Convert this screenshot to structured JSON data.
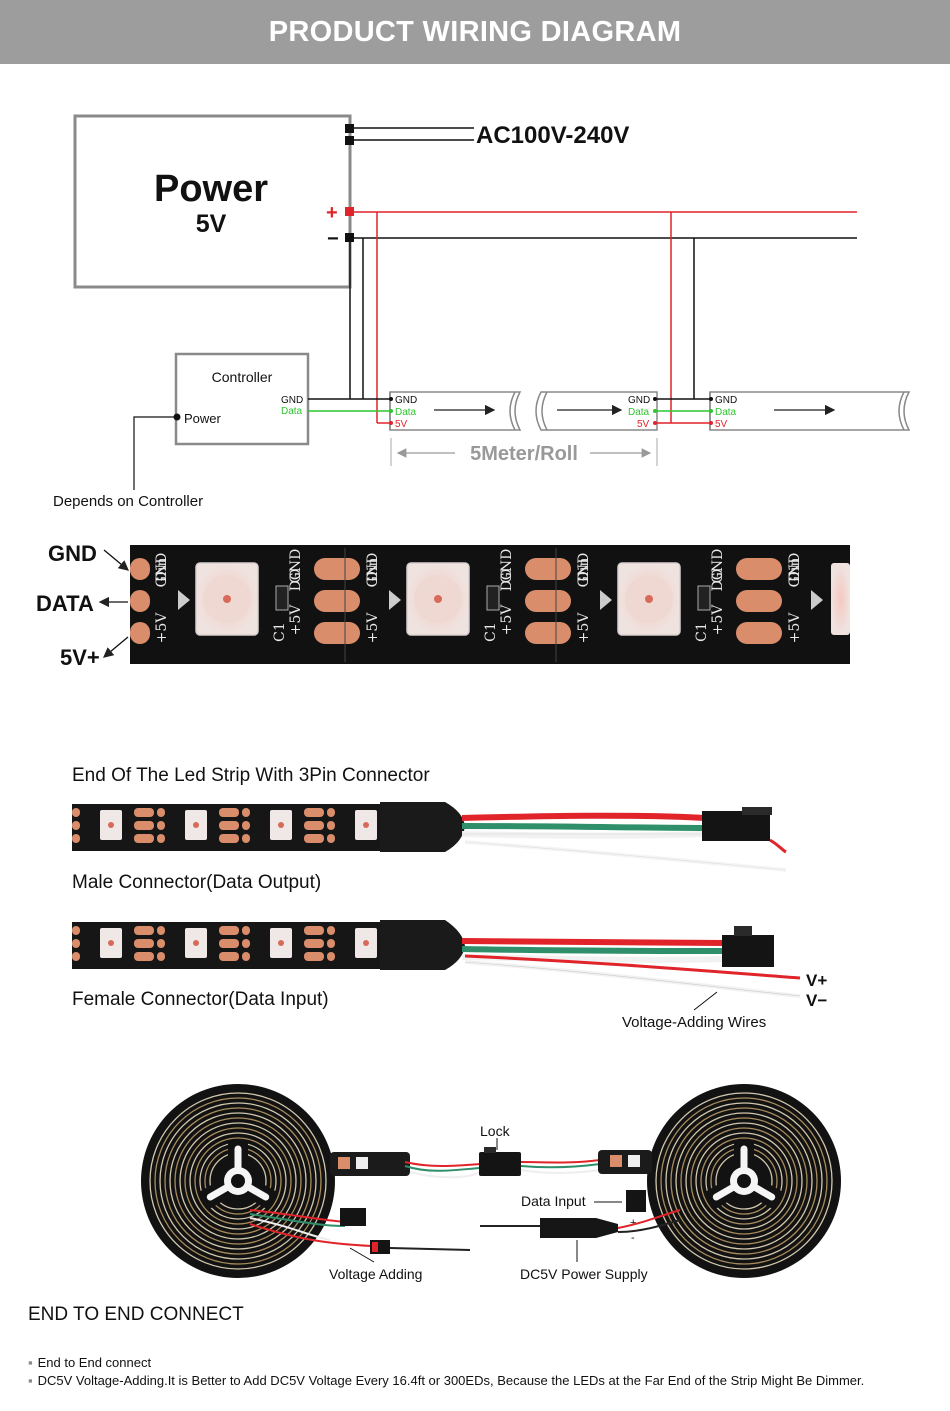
{
  "header": {
    "title": "PRODUCT WIRING DIAGRAM"
  },
  "wiring": {
    "power_title": "Power",
    "power_voltage": "5V",
    "ac_label": "AC100V-240V",
    "plus": "+",
    "minus": "−",
    "controller_title": "Controller",
    "controller_power": "Power",
    "gnd": "GND",
    "data": "Data",
    "v5": "5V",
    "roll_label": "5Meter/Roll",
    "depends": "Depends on Controller"
  },
  "strip_pins": {
    "gnd": "GND",
    "data": "DATA",
    "v5": "5V+",
    "pad_labels": [
      "+5V",
      "Din",
      "GND",
      "C1",
      "+5V",
      "DO",
      "GND"
    ]
  },
  "connectors": {
    "heading": "End Of The Led Strip With 3Pin Connector",
    "male": "Male Connector(Data Output)",
    "female": "Female Connector(Data Input)",
    "vplus": "V+",
    "vminus": "V−",
    "voltage_wires": "Voltage-Adding Wires"
  },
  "end_to_end": {
    "lock": "Lock",
    "data_input": "Data Input",
    "plus": "+",
    "minus": "-",
    "voltage_adding": "Voltage Adding",
    "dc5v": "DC5V Power Supply",
    "title": "END TO END CONNECT",
    "notes": [
      "End to End connect",
      "DC5V Voltage-Adding.It is Better to Add DC5V Voltage Every 16.4ft or 300EDs, Because the LEDs at the Far End of the Strip Might Be Dimmer."
    ]
  },
  "colors": {
    "header_bg": "#9d9d9d",
    "wire_red": "#e0242a",
    "wire_green": "#2fc52f",
    "strip_black": "#111111",
    "pad_copper": "#d98d6b"
  }
}
